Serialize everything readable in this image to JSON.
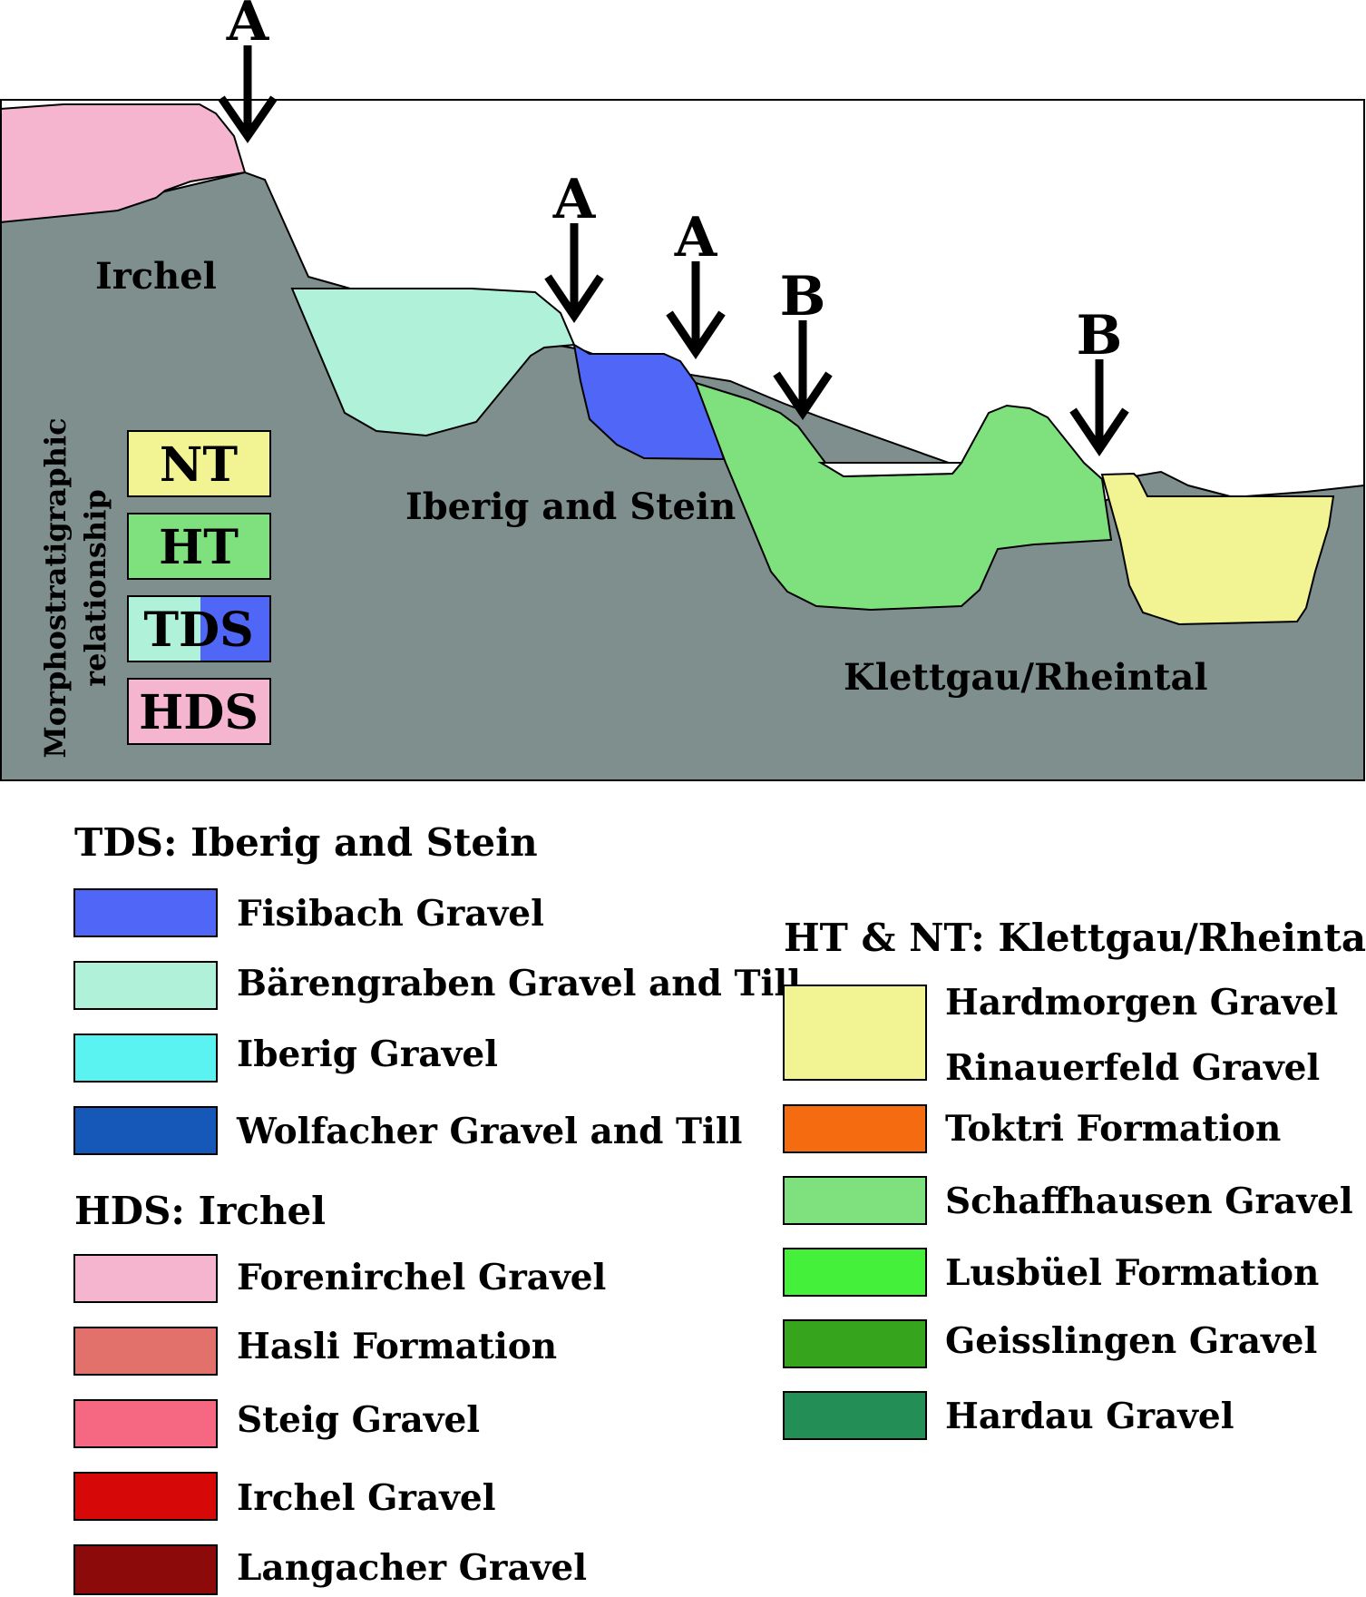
{
  "diagram": {
    "arrows": [
      {
        "id": "arrow-a-1",
        "letter": "A"
      },
      {
        "id": "arrow-a-2",
        "letter": "A"
      },
      {
        "id": "arrow-a-3",
        "letter": "A"
      },
      {
        "id": "arrow-b-1",
        "letter": "B"
      },
      {
        "id": "arrow-b-2",
        "letter": "B"
      }
    ],
    "regions": {
      "irchel": "Irchel",
      "iberig_stein": "Iberig and Stein",
      "klettgau": "Klettgau/Rheintal"
    },
    "side_label": {
      "line1": "Morphostratigraphic",
      "line2": "relationship"
    },
    "boxes": [
      {
        "label": "NT",
        "color": "#f2f393"
      },
      {
        "label": "HT",
        "color": "#7fe17d"
      },
      {
        "label": "TDS",
        "color_left": "#b0f2d9",
        "color_right": "#4f66f7"
      },
      {
        "label": "HDS",
        "color": "#f6b5cf"
      }
    ],
    "colors": {
      "bedrock": "#7f8f8d",
      "forenirchel": "#f6b5cf",
      "barengraben": "#b0f2d9",
      "fisibach": "#4f66f7",
      "schaffhausen": "#7fe17d",
      "hardmorgen": "#f2f393"
    }
  },
  "legend": {
    "tds": {
      "heading": "TDS: Iberig and Stein",
      "items": [
        {
          "label": "Fisibach Gravel",
          "color": "#4f66f7"
        },
        {
          "label": "Bärengraben Gravel and Till",
          "color": "#b0f2d9"
        },
        {
          "label": "Iberig Gravel",
          "color": "#5bf2f2"
        },
        {
          "label": "Wolfacher Gravel and Till",
          "color": "#1658b8"
        }
      ]
    },
    "hds": {
      "heading": "HDS: Irchel",
      "items": [
        {
          "label": "Forenirchel Gravel",
          "color": "#f6b5cf"
        },
        {
          "label": "Hasli Formation",
          "color": "#e2706b"
        },
        {
          "label": "Steig Gravel",
          "color": "#f66781"
        },
        {
          "label": "Irchel Gravel",
          "color": "#d60808"
        },
        {
          "label": "Langacher Gravel",
          "color": "#8c0a0a"
        }
      ]
    },
    "ht_nt": {
      "heading": "HT & NT: Klettgau/Rheintal",
      "combined": {
        "labels": [
          "Hardmorgen Gravel",
          "Rinauerfeld Gravel"
        ],
        "color": "#f2f393"
      },
      "items": [
        {
          "label": "Toktri Formation",
          "color": "#f56c10"
        },
        {
          "label": "Schaffhausen Gravel",
          "color": "#7fe17d"
        },
        {
          "label": "Lusbüel Formation",
          "color": "#45f03a"
        },
        {
          "label": "Geisslingen Gravel",
          "color": "#36a51d"
        },
        {
          "label": "Hardau Gravel",
          "color": "#238f57"
        }
      ]
    }
  }
}
